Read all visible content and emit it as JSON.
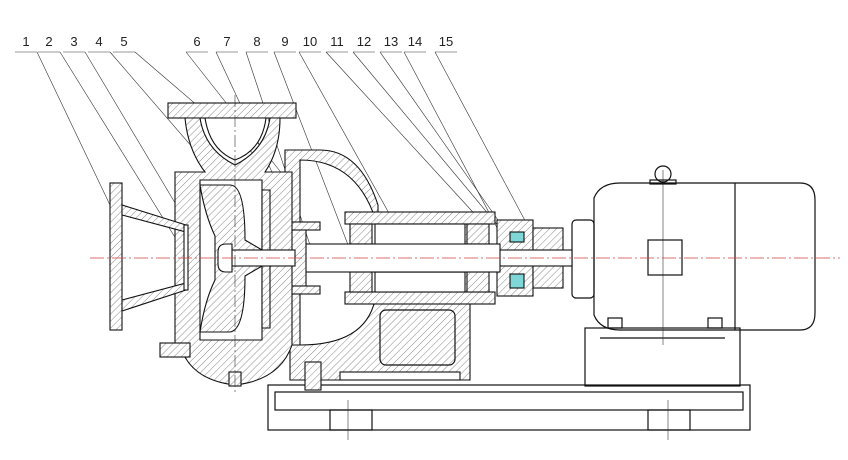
{
  "drawing": {
    "part_labels": [
      "1",
      "2",
      "3",
      "4",
      "5",
      "6",
      "7",
      "8",
      "9",
      "10",
      "11",
      "12",
      "13",
      "14",
      "15"
    ],
    "colors": {
      "line": "#111111",
      "centerline": "#d04040",
      "seal": "#7fd6d6"
    }
  }
}
